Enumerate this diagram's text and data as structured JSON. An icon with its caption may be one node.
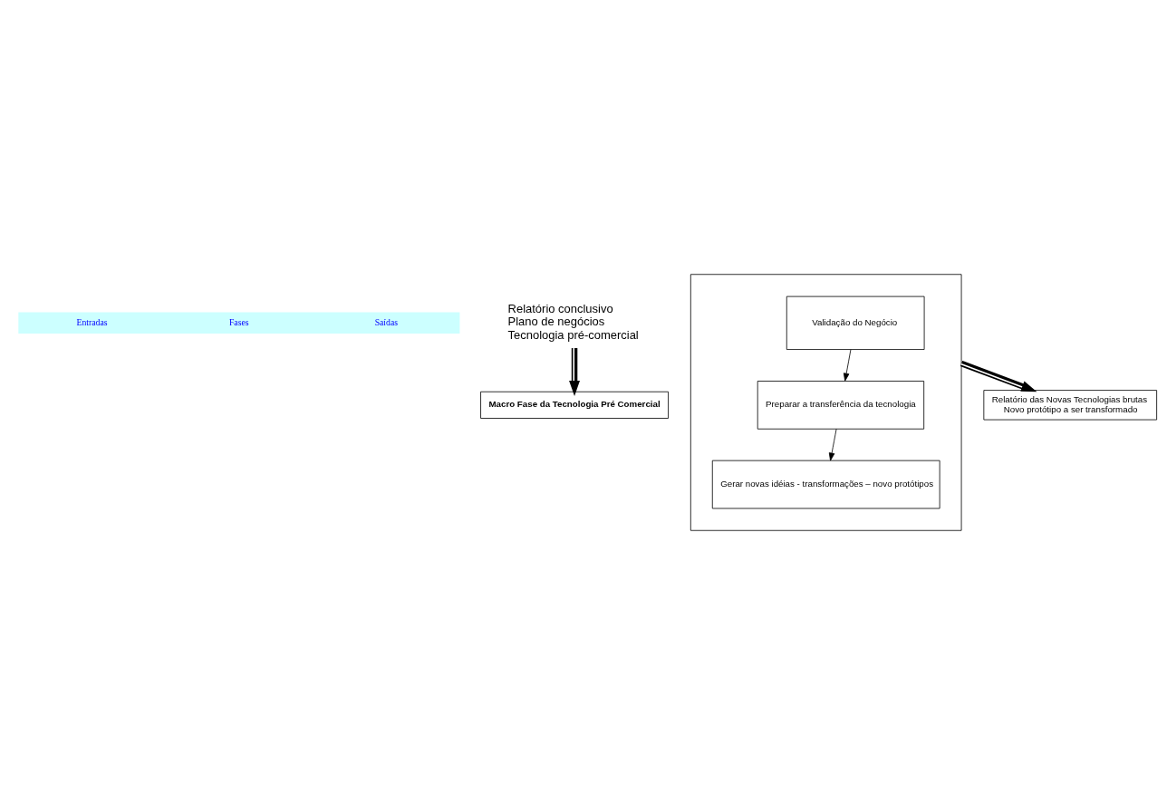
{
  "diagram": {
    "nodes": [
      {
        "text": [
          "Entradas",
          "Fases",
          "Saídas"
        ]
      },
      {
        "text": [
          "Relatório conclusivo",
          "Plano de negócios",
          "Tecnologia pré-comercial"
        ]
      },
      {
        "text": [
          "Macro Fase da Tecnologia Pré Comercial"
        ]
      },
      {
        "text": [],
        "shape": "box"
      },
      {
        "text": [
          "Validação do Negócio"
        ],
        "in": 3
      },
      {
        "text": [
          "Preparar a transferência da tecnologia"
        ],
        "in": 3
      },
      {
        "text": [
          "Gerar novas idéias - transformações – novo protótipos"
        ],
        "in": 3
      },
      {
        "text": [
          "Relatório das Novas Tecnologias brutas",
          "Novo protótipo a ser transformado"
        ]
      }
    ],
    "edges": [
      {
        "from": 1,
        "to": 2,
        "arrow": "to",
        "style": "thick"
      },
      {
        "from": 4,
        "to": 5,
        "arrow": "to"
      },
      {
        "from": 5,
        "to": 6,
        "arrow": "to"
      },
      {
        "from": 3,
        "to": 7,
        "arrow": "to",
        "style": "thick"
      }
    ]
  }
}
